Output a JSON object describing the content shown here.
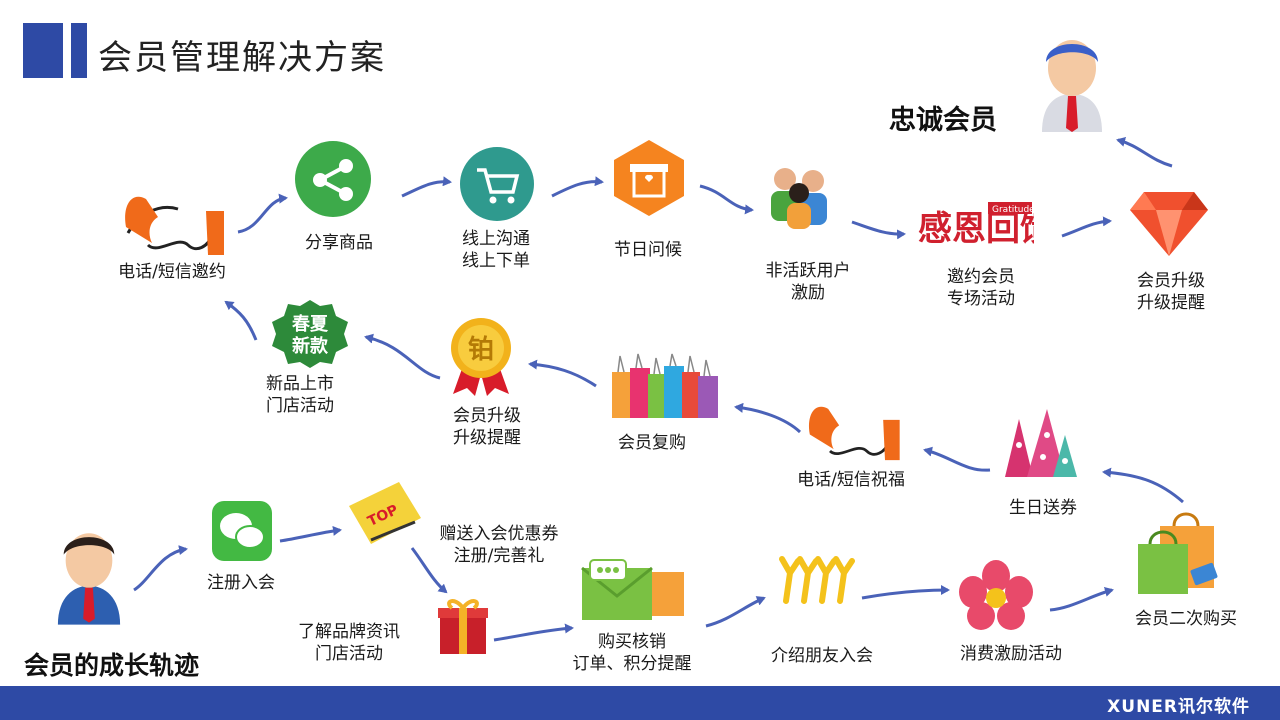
{
  "title": "会员管理解决方案",
  "loyal_label": "忠诚会员",
  "growth_label": "会员的成长轨迹",
  "brand": "XUNER讯尔软件",
  "nodes": {
    "phone_invite": "电话/短信邀约",
    "share": "分享商品",
    "online_1": "线上沟通",
    "online_2": "线上下单",
    "holiday": "节日问候",
    "inactive_1": "非活跃用户",
    "inactive_2": "激励",
    "invite_1": "邀约会员",
    "invite_2": "专场活动",
    "upgrade_top_1": "会员升级",
    "upgrade_top_2": "升级提醒",
    "newin_1": "新品上市",
    "newin_2": "门店活动",
    "upgrade_mid_1": "会员升级",
    "upgrade_mid_2": "升级提醒",
    "repurchase": "会员复购",
    "phone_bless": "电话/短信祝福",
    "birthday": "生日送券",
    "register": "注册入会",
    "gift_1": "赠送入会优惠券",
    "gift_2": "注册/完善礼",
    "brand_1": "了解品牌资讯",
    "brand_2": "门店活动",
    "buy_1": "购买核销",
    "buy_2": "订单、积分提醒",
    "refer": "介绍朋友入会",
    "consume": "消费激励活动",
    "second": "会员二次购买"
  },
  "badges": {
    "spring_1": "春夏",
    "spring_2": "新款",
    "plat": "铂",
    "gratitude": "感恩回馈",
    "gratitude_en": "Gratitude",
    "top": "TOP"
  },
  "colors": {
    "accent": "#2e4aa5",
    "arrow": "#4a62b8"
  },
  "icons": [
    "phone-icon",
    "share-icon",
    "cart-icon",
    "gift-box-icon",
    "people-icon",
    "gratitude-icon",
    "gem-icon",
    "person-icon",
    "badge-icon",
    "medal-icon",
    "shopping-bags-icon",
    "party-hat-icon",
    "wechat-icon",
    "ticket-icon",
    "gift-icon",
    "mail-icon",
    "hands-icon",
    "flower-icon",
    "bag-icon"
  ]
}
